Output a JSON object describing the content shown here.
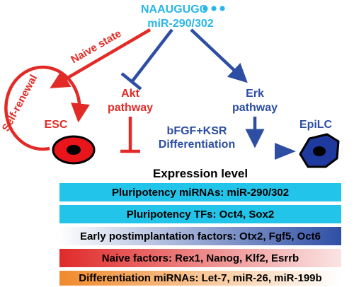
{
  "mirna": {
    "sequence": "NAAUGUGC",
    "name": "miR-290/302",
    "dot_color": "#29b6e6"
  },
  "labels": {
    "naive_state": "Naive state",
    "self_renewal": "Self-renewal",
    "esc": "ESC",
    "epilc": "EpiLC",
    "akt_line1": "Akt",
    "akt_line2": "pathway",
    "erk_line1": "Erk",
    "erk_line2": "pathway",
    "transition_line1": "bFGF+KSR",
    "transition_line2": "Differentiation"
  },
  "expression": {
    "title": "Expression level",
    "bars": [
      {
        "label": "Pluripotency miRNAs: miR-290/302",
        "gradient": [
          "#22c4ea",
          "#22c4ea"
        ]
      },
      {
        "label": "Pluripotency TFs: Oct4, Sox2",
        "gradient": [
          "#22c4ea",
          "#22c4ea"
        ]
      },
      {
        "label": "Early postimplantation factors: Otx2, Fgf5, Oct6",
        "gradient": [
          "#ffffff",
          "#2f4fa6"
        ]
      },
      {
        "label": "Naive factors: Rex1, Nanog, Klf2, Esrrb",
        "gradient": [
          "#e02a2a",
          "#fbe4e4"
        ]
      },
      {
        "label": "Differentiation miRNAs: Let-7, miR-26, miR-199b",
        "gradient": [
          "#f08a2c",
          "#ffffff"
        ]
      }
    ]
  },
  "colors": {
    "red": "#e22b26",
    "blue": "#2d4ea3",
    "cyan": "#29b6e6",
    "epilc_fill": "#1f3a9e",
    "esc_fill": "#e8161a"
  }
}
